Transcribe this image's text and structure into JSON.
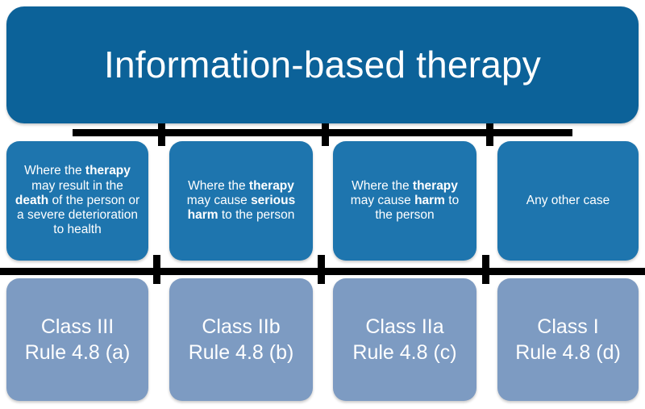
{
  "title": {
    "text": "Information-based therapy"
  },
  "colors": {
    "title_box": "#0C6299",
    "criteria_box": "#1E75AE",
    "class_box": "#7D9BC2",
    "connector": "#000000",
    "text": "#FFFFFF",
    "background": "#FFFFFF"
  },
  "criteria": [
    {
      "id": "criteria-death",
      "parts": [
        {
          "text": "Where the ",
          "bold": false
        },
        {
          "text": "therapy",
          "bold": true
        },
        {
          "text": " may result in the ",
          "bold": false
        },
        {
          "text": "death",
          "bold": true
        },
        {
          "text": " of the person or a severe deterioration to health",
          "bold": false
        }
      ],
      "plain": "Where the therapy may result in the death of the person or a severe deterioration to health"
    },
    {
      "id": "criteria-serious-harm",
      "parts": [
        {
          "text": "Where the ",
          "bold": false
        },
        {
          "text": "therapy",
          "bold": true
        },
        {
          "text": " may cause ",
          "bold": false
        },
        {
          "text": "serious harm",
          "bold": true
        },
        {
          "text": " to the person",
          "bold": false
        }
      ],
      "plain": "Where the therapy may cause serious harm to the person"
    },
    {
      "id": "criteria-harm",
      "parts": [
        {
          "text": "Where the ",
          "bold": false
        },
        {
          "text": "therapy",
          "bold": true
        },
        {
          "text": " may cause ",
          "bold": false
        },
        {
          "text": "harm",
          "bold": true
        },
        {
          "text": " to the person",
          "bold": false
        }
      ],
      "plain": "Where the therapy may cause harm to the person"
    },
    {
      "id": "criteria-any-other",
      "parts": [
        {
          "text": "Any other case",
          "bold": false
        }
      ],
      "plain": "Any other case"
    }
  ],
  "classifications": [
    {
      "id": "class-iii",
      "class_label": "Class III",
      "rule_label": "Rule 4.8 (a)"
    },
    {
      "id": "class-iib",
      "class_label": "Class IIb",
      "rule_label": "Rule 4.8 (b)"
    },
    {
      "id": "class-iia",
      "class_label": "Class IIa",
      "rule_label": "Rule 4.8 (c)"
    },
    {
      "id": "class-i",
      "class_label": "Class I",
      "rule_label": "Rule 4.8 (d)"
    }
  ]
}
